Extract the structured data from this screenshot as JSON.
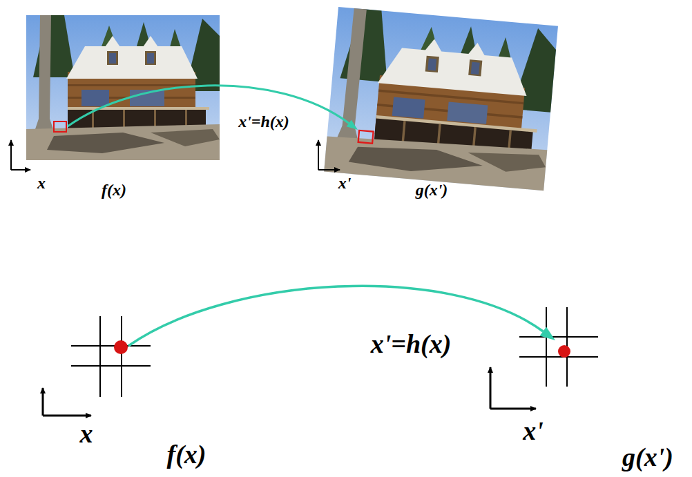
{
  "diagram": {
    "nodes": [
      {
        "text": [
          "f(x)"
        ]
      },
      {
        "text": [
          "g(x')"
        ]
      },
      {
        "text": [
          "f(x)"
        ]
      },
      {
        "text": [
          "g(x')"
        ]
      }
    ],
    "edges": [
      {
        "from": 0,
        "to": 1,
        "arrow": "to",
        "label": "x'=h(x)"
      },
      {
        "from": 2,
        "to": 3,
        "arrow": "to",
        "label": "x'=h(x)"
      }
    ],
    "labels": [
      "x",
      "x'",
      "x",
      "x'"
    ]
  }
}
